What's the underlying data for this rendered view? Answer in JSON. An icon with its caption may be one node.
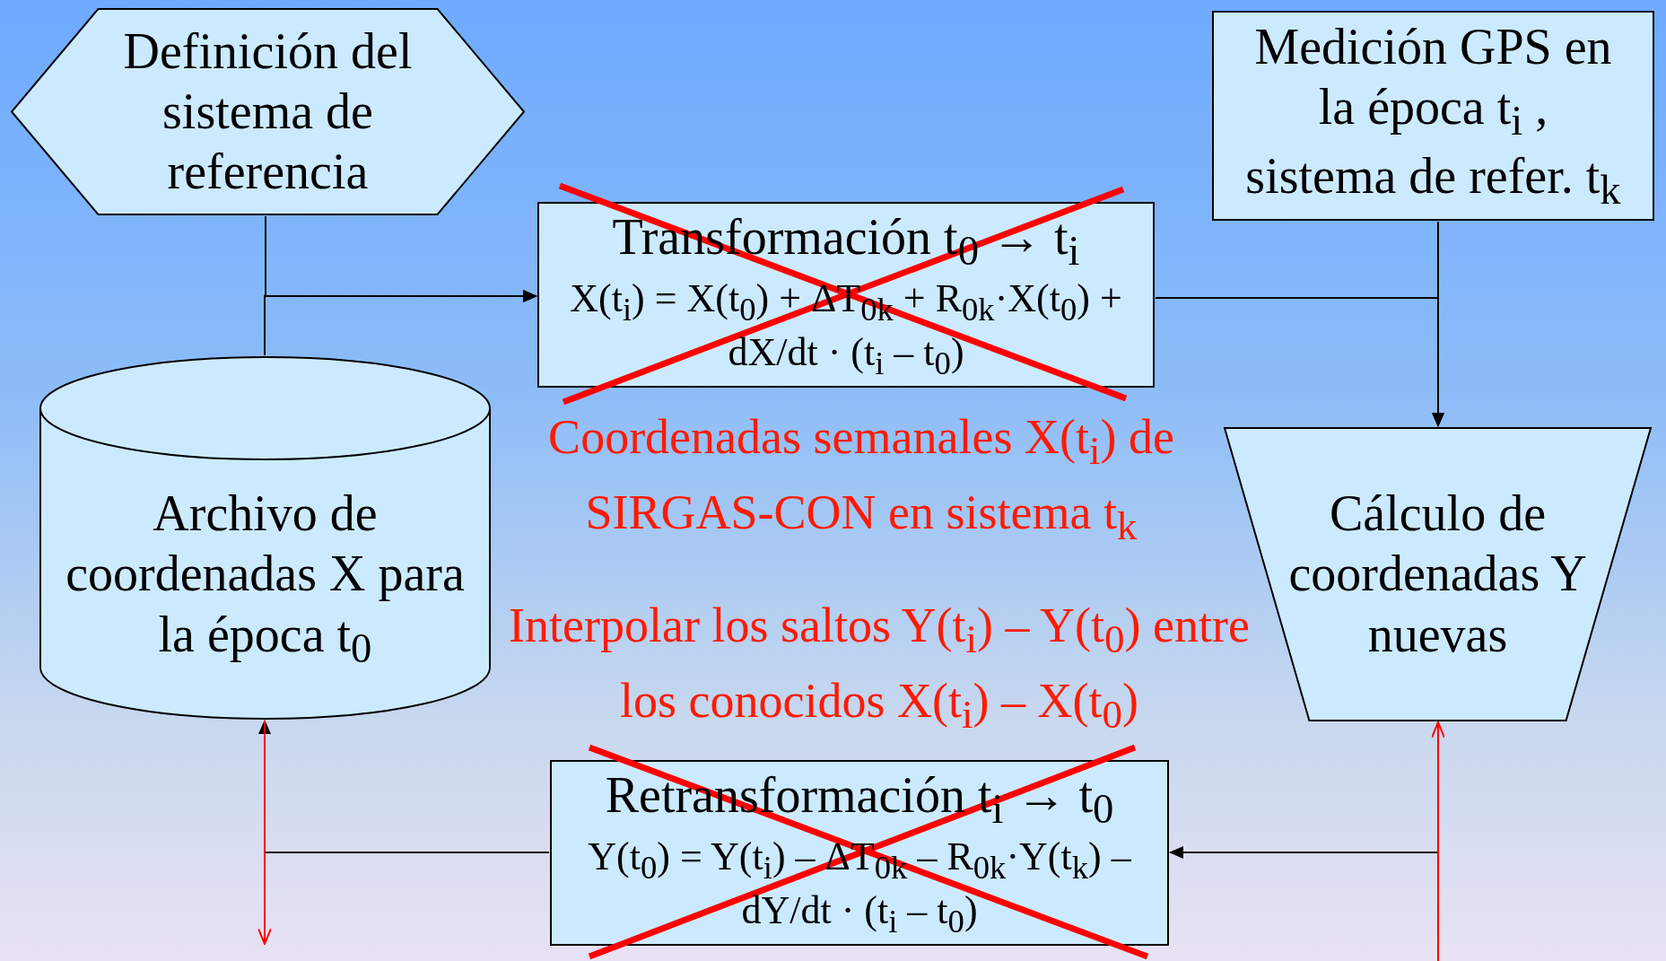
{
  "diagram": {
    "nodes": [
      {
        "text": [
          "Definición del sistema de referencia"
        ]
      },
      {
        "text": [
          "Medición GPS en la época t$_{i}$ , sistema de refer. t$_{k}$"
        ]
      },
      {
        "text": [
          "Transformación t$_{0}$ → t$_{i}$",
          "X(t$_{i}$) = X(t$_{0}$) + ΔT$_{0k}$ + R$_{0k}$·X(t$_{0}$) + dX/dt · (t$_{i}$ – t$_{0}$)"
        ]
      },
      {
        "text": [
          "Archivo de coordenadas X para la época t$_{0}$"
        ]
      },
      {
        "text": [
          "Cálculo de coordenadas Y nuevas"
        ]
      },
      {
        "text": [
          "Retransformación t$_{i}$ → t$_{0}$",
          "Y(t$_{0}$) = Y(t$_{i}$) – ΔT$_{0k}$ – R$_{0k}$·Y(t$_{k}$) – dY/dt · (t$_{i}$ – t$_{0}$)"
        ]
      }
    ],
    "edges": [
      {
        "from": 0,
        "to": 2,
        "arrow": "to"
      },
      {
        "from": 3,
        "to": 2,
        "arrow": "to"
      },
      {
        "from": 2,
        "to": 4,
        "arrow": "to"
      },
      {
        "from": 1,
        "to": 4,
        "arrow": "to"
      },
      {
        "from": 4,
        "to": 5,
        "arrow": "to"
      },
      {
        "from": null,
        "to": 4,
        "arrow": "to",
        "color": "#ff0000"
      },
      {
        "from": 5,
        "to": 3,
        "arrow": "to"
      },
      {
        "from": 3,
        "to": null,
        "arrow": "to",
        "color": "#ff0000"
      }
    ],
    "labels": [
      "Coordenadas semanales X(t$_{i}$) de SIRGAS-CON en sistema t$_{k}$",
      "Interpolar los saltos Y(t$_{i}$) – Y(t$_{0}$) entre los conocidos X(t$_{i}$) – X(t$_{0}$)"
    ]
  }
}
